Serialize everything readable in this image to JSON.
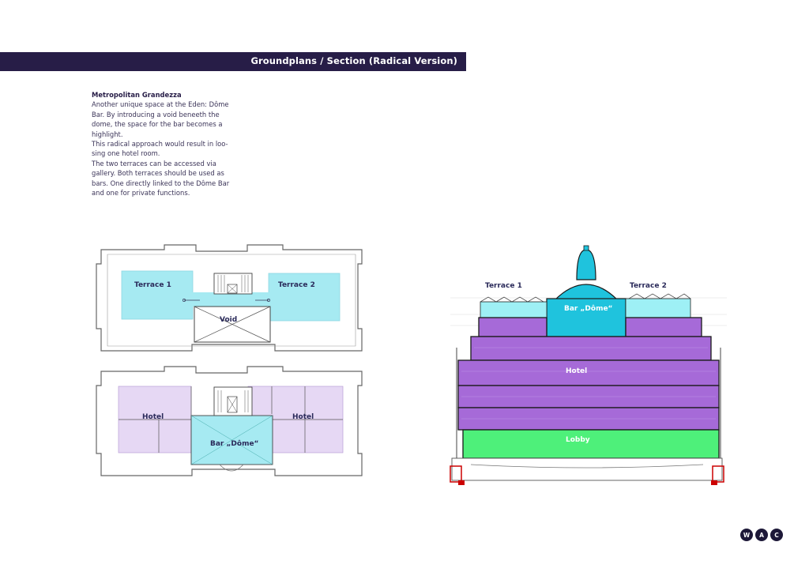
{
  "header": {
    "title": "Groundplans / Section (Radical Version)"
  },
  "description": {
    "heading": "Metropolitan Grandezza",
    "lines": [
      "Another unique space at the Eden: Dôme",
      "Bar. By introducing a void beneeth the",
      "dome, the space for the bar becomes  a",
      "highlight.",
      "This radical approach would result in loo-",
      "sing one hotel room.",
      "The two terraces can be accessed via",
      "gallery. Both terraces should be used as",
      "bars. One directly linked to the Dôme Bar",
      "and one for private functions."
    ]
  },
  "upper_plan": {
    "terrace_left": "Terrace 1",
    "terrace_right": "Terrace 2",
    "void": "Void"
  },
  "lower_plan": {
    "hotel_left": "Hotel",
    "hotel_right": "Hotel",
    "bar": "Bar „Dôme“"
  },
  "section": {
    "terrace_left": "Terrace 1",
    "terrace_right": "Terrace 2",
    "bar": "Bar „Dôme“",
    "hotel": "Hotel",
    "lobby": "Lobby"
  },
  "logo": {
    "letters": [
      "W",
      "A",
      "C"
    ]
  },
  "colors": {
    "header_bg": "#271d47",
    "terrace_cyan": "#a6eaf2",
    "hotel_lilac": "#e6d8f4",
    "section_purple": "#a66ad8",
    "section_cyan": "#1fc3dd",
    "section_green": "#4ef07a"
  }
}
